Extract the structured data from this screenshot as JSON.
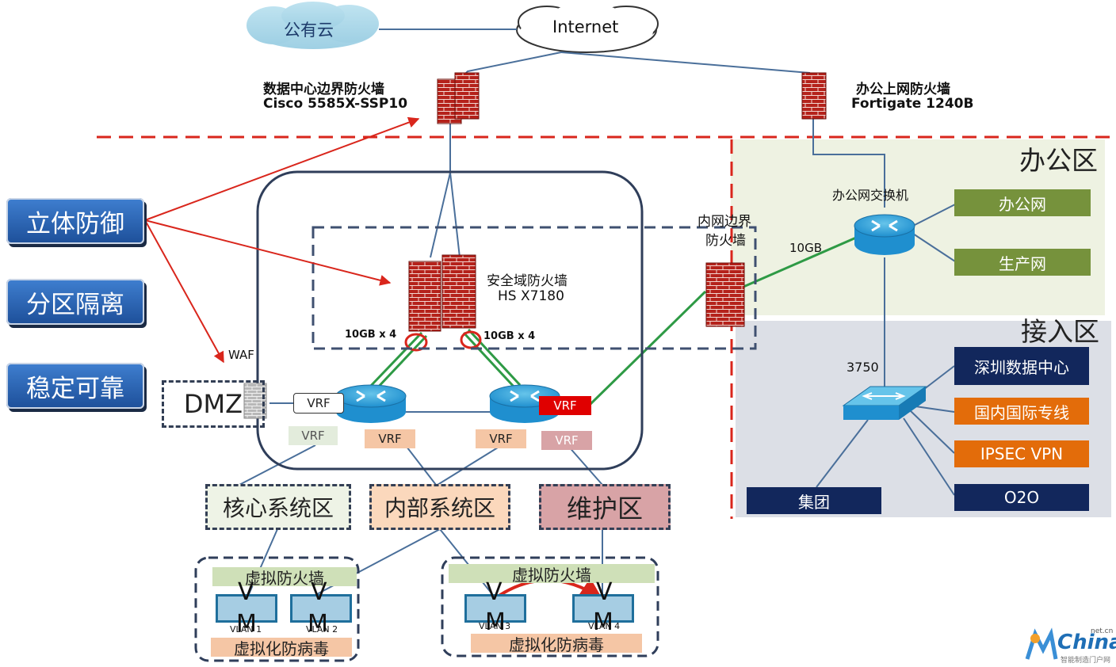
{
  "cloud": {
    "public": "公有云",
    "internet": "Internet"
  },
  "firewalls": {
    "dc_edge": {
      "title": "数据中心边界防火墙",
      "model": "Cisco 5585X-SSP10"
    },
    "office": {
      "title": "办公上网防火墙",
      "model": "Fortigate 1240B"
    },
    "security_domain": {
      "title": "安全域防火墙",
      "model": "HS X7180"
    },
    "inner_edge": {
      "line1": "内网边界",
      "line2": "防火墙"
    }
  },
  "side_buttons": [
    "立体防御",
    "分区隔离",
    "稳定可靠"
  ],
  "office_zone": {
    "title": "办公区",
    "switch_label": "办公网交换机",
    "link_label": "10GB",
    "items": [
      "办公网",
      "生产网"
    ]
  },
  "access_zone": {
    "title": "接入区",
    "switch_label": "3750",
    "items": [
      "深圳数据中心",
      "国内国际专线",
      "IPSEC VPN",
      "O2O"
    ],
    "group": "集团"
  },
  "core": {
    "link_left": "10GB x 4",
    "link_right": "10GB x 4",
    "vrf": [
      "VRF",
      "VRF",
      "VRF",
      "VRF",
      "VRF",
      "VRF"
    ],
    "dmz": "DMZ",
    "waf": "WAF"
  },
  "zones": [
    "核心系统区",
    "内部系统区",
    "维护区"
  ],
  "virtual": {
    "fw_label": "虚拟防火墙",
    "av_label": "虚拟化防病毒",
    "vm_letters": [
      "V",
      "M"
    ],
    "vlans": [
      "VLAN 1",
      "VLAN 2",
      "VLAN 3",
      "VLAN 4"
    ]
  },
  "watermark": {
    "brand": "China",
    "domain": "net.cn",
    "tagline": "智能制造门户网"
  },
  "colors": {
    "red_dash": "#d9261c",
    "office_bg": "#eef2e2",
    "access_bg": "#dcdfe6",
    "green_link": "#2e9a45",
    "blue_line": "#4a6f9a",
    "navy": "#12275c",
    "orange": "#e36c0a",
    "olive": "#76923c"
  }
}
